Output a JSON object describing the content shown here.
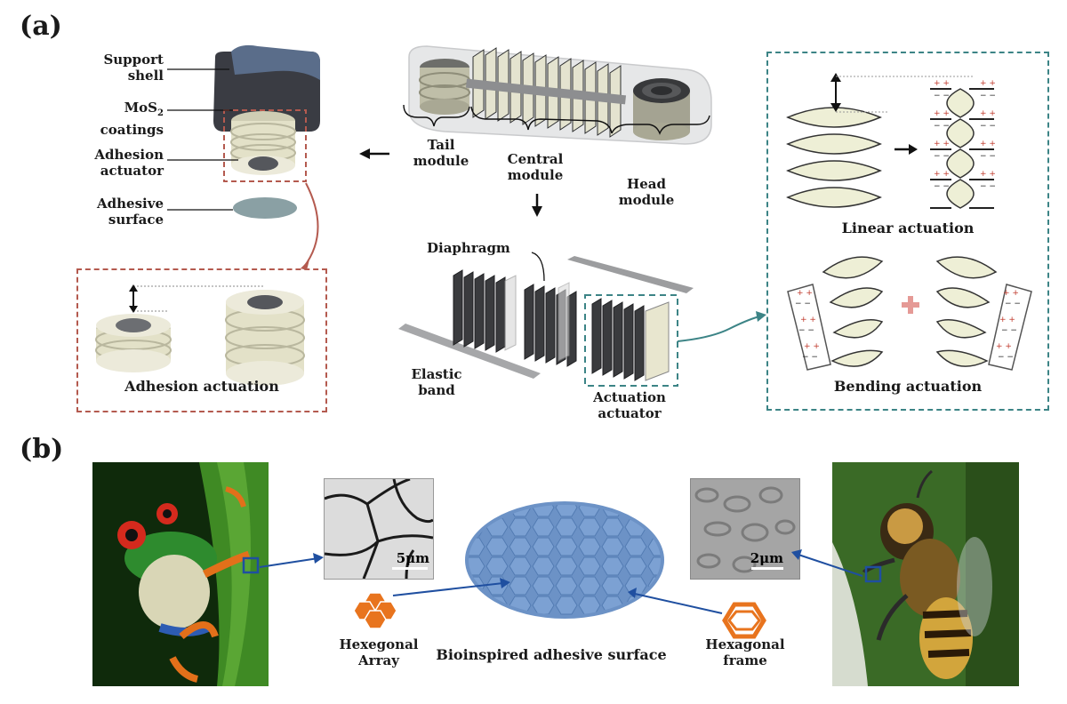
{
  "panels": {
    "a": "(a)",
    "b": "(b)"
  },
  "adhesion_module": {
    "support_shell": [
      "Support",
      "shell"
    ],
    "coatings": [
      "MoS",
      "2",
      " coatings"
    ],
    "adhesion_actuator": [
      "Adhesion",
      "actuator"
    ],
    "adhesive_surface": [
      "Adhesive",
      "surface"
    ],
    "detail_title": "Adhesion actuation"
  },
  "robot": {
    "tail_module": [
      "Tail",
      "module"
    ],
    "central_module": [
      "Central",
      "module"
    ],
    "head_module": [
      "Head",
      "module"
    ],
    "diaphragm": "Diaphragm",
    "elastic_band": [
      "Elastic",
      "band"
    ],
    "actuation_actuator": [
      "Actuation",
      "actuator"
    ]
  },
  "actuation_modes": {
    "linear": "Linear actuation",
    "bending": "Bending actuation",
    "charge_plus": "+ +",
    "charge_minus": "− −"
  },
  "bioinspired": {
    "scale_left": "5μm",
    "scale_right": "2μm",
    "hex_array": [
      "Hexegonal",
      "Array"
    ],
    "center_title": "Bioinspired adhesive surface",
    "hex_frame": [
      "Hexagonal",
      "frame"
    ]
  },
  "colors": {
    "red_dash": "#b45a4f",
    "teal_dash": "#3c8486",
    "arrow_blue": "#1f4fa0",
    "hex_orange": "#e8741e",
    "actuator_cream": "#ecebd3",
    "shell_slate": "#4f5d73"
  },
  "icons": [
    "right-arrow-icon",
    "down-arrow-icon",
    "plus-icon",
    "hexagon-array-icon",
    "hexagon-frame-icon"
  ]
}
